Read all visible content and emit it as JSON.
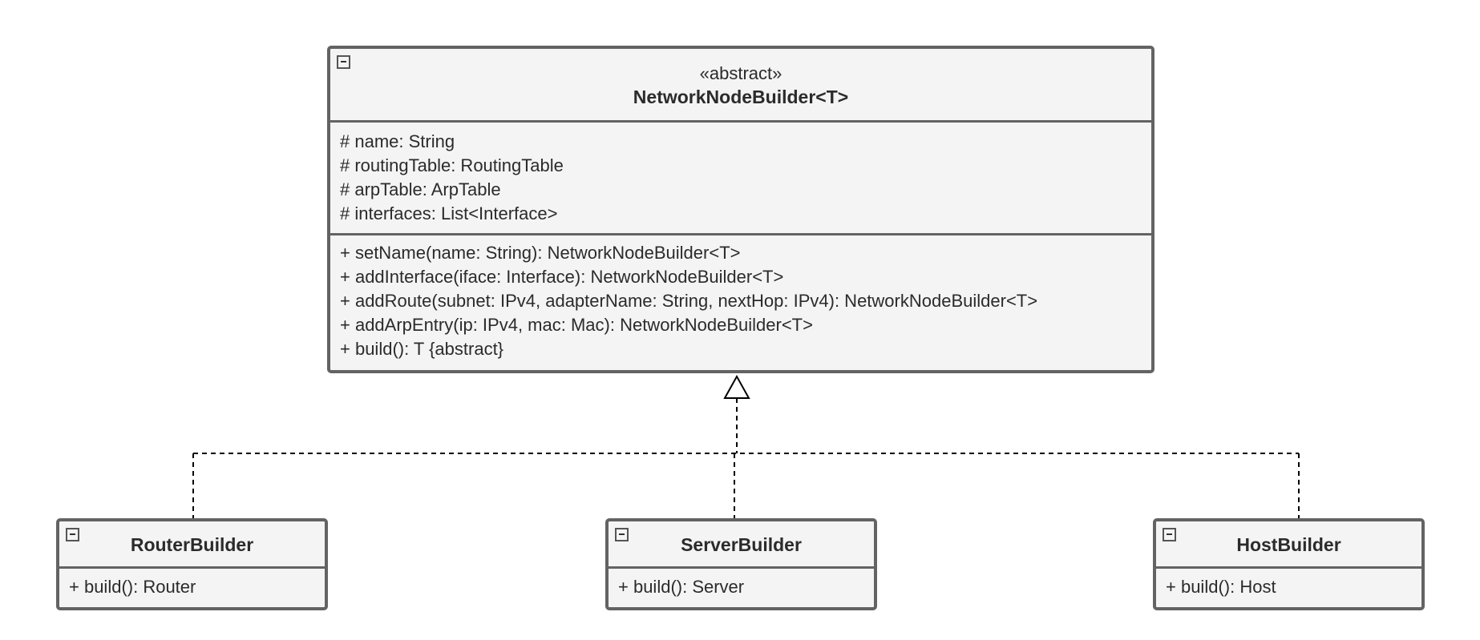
{
  "diagram": {
    "abstract_class": {
      "stereotype": "«abstract»",
      "name": "NetworkNodeBuilder<T>",
      "attributes": [
        "# name: String",
        "# routingTable: RoutingTable",
        "# arpTable: ArpTable",
        "# interfaces: List<Interface>"
      ],
      "operations": [
        "+ setName(name: String): NetworkNodeBuilder<T>",
        "+ addInterface(iface: Interface): NetworkNodeBuilder<T>",
        "+ addRoute(subnet: IPv4, adapterName: String, nextHop: IPv4): NetworkNodeBuilder<T>",
        "+ addArpEntry(ip: IPv4, mac: Mac): NetworkNodeBuilder<T>",
        "+ build(): T {abstract}"
      ]
    },
    "subclasses": [
      {
        "name": "RouterBuilder",
        "operations": [
          "+ build(): Router"
        ]
      },
      {
        "name": "ServerBuilder",
        "operations": [
          "+ build(): Server"
        ]
      },
      {
        "name": "HostBuilder",
        "operations": [
          "+ build(): Host"
        ]
      }
    ],
    "relationship": "realization",
    "colors": {
      "border": "#636363",
      "fill": "#f4f4f4",
      "text": "#2b2b2b",
      "edge": "#000000"
    }
  }
}
